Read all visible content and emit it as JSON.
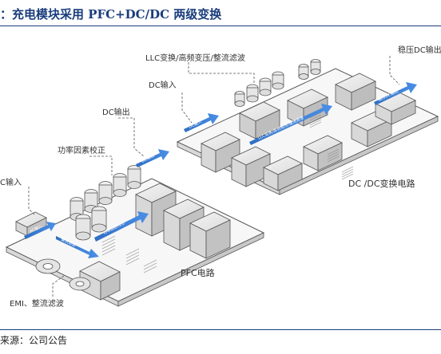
{
  "header": {
    "title": "：充电模块采用 PFC+DC/DC 两级变换"
  },
  "labels": {
    "llc": "LLC变换/高频变压/整流滤波",
    "stable_dc_out": "稳压DC输出",
    "dc_in_top": "DC输入",
    "dc_out": "DC输出",
    "pfc_label": "功率因素校正",
    "dc_in_left": "C输入",
    "dcdc_circuit": "DC /DC变换电路",
    "pfc_circuit": "PFC电路",
    "emi": "EMI、整流滤波"
  },
  "arrow_texts": {
    "a1": "AC输入",
    "a2": "整流滤波",
    "a3": "功率因数校正",
    "a4": "DC输出",
    "a5": "DC输入",
    "a6": "LLC变换/高频变压/整流滤波",
    "a7": "稳压DC输出"
  },
  "footer": {
    "source": "来源：公司公告"
  },
  "colors": {
    "accent": "#1a3d7c",
    "arrow": "#3a7bd5"
  }
}
